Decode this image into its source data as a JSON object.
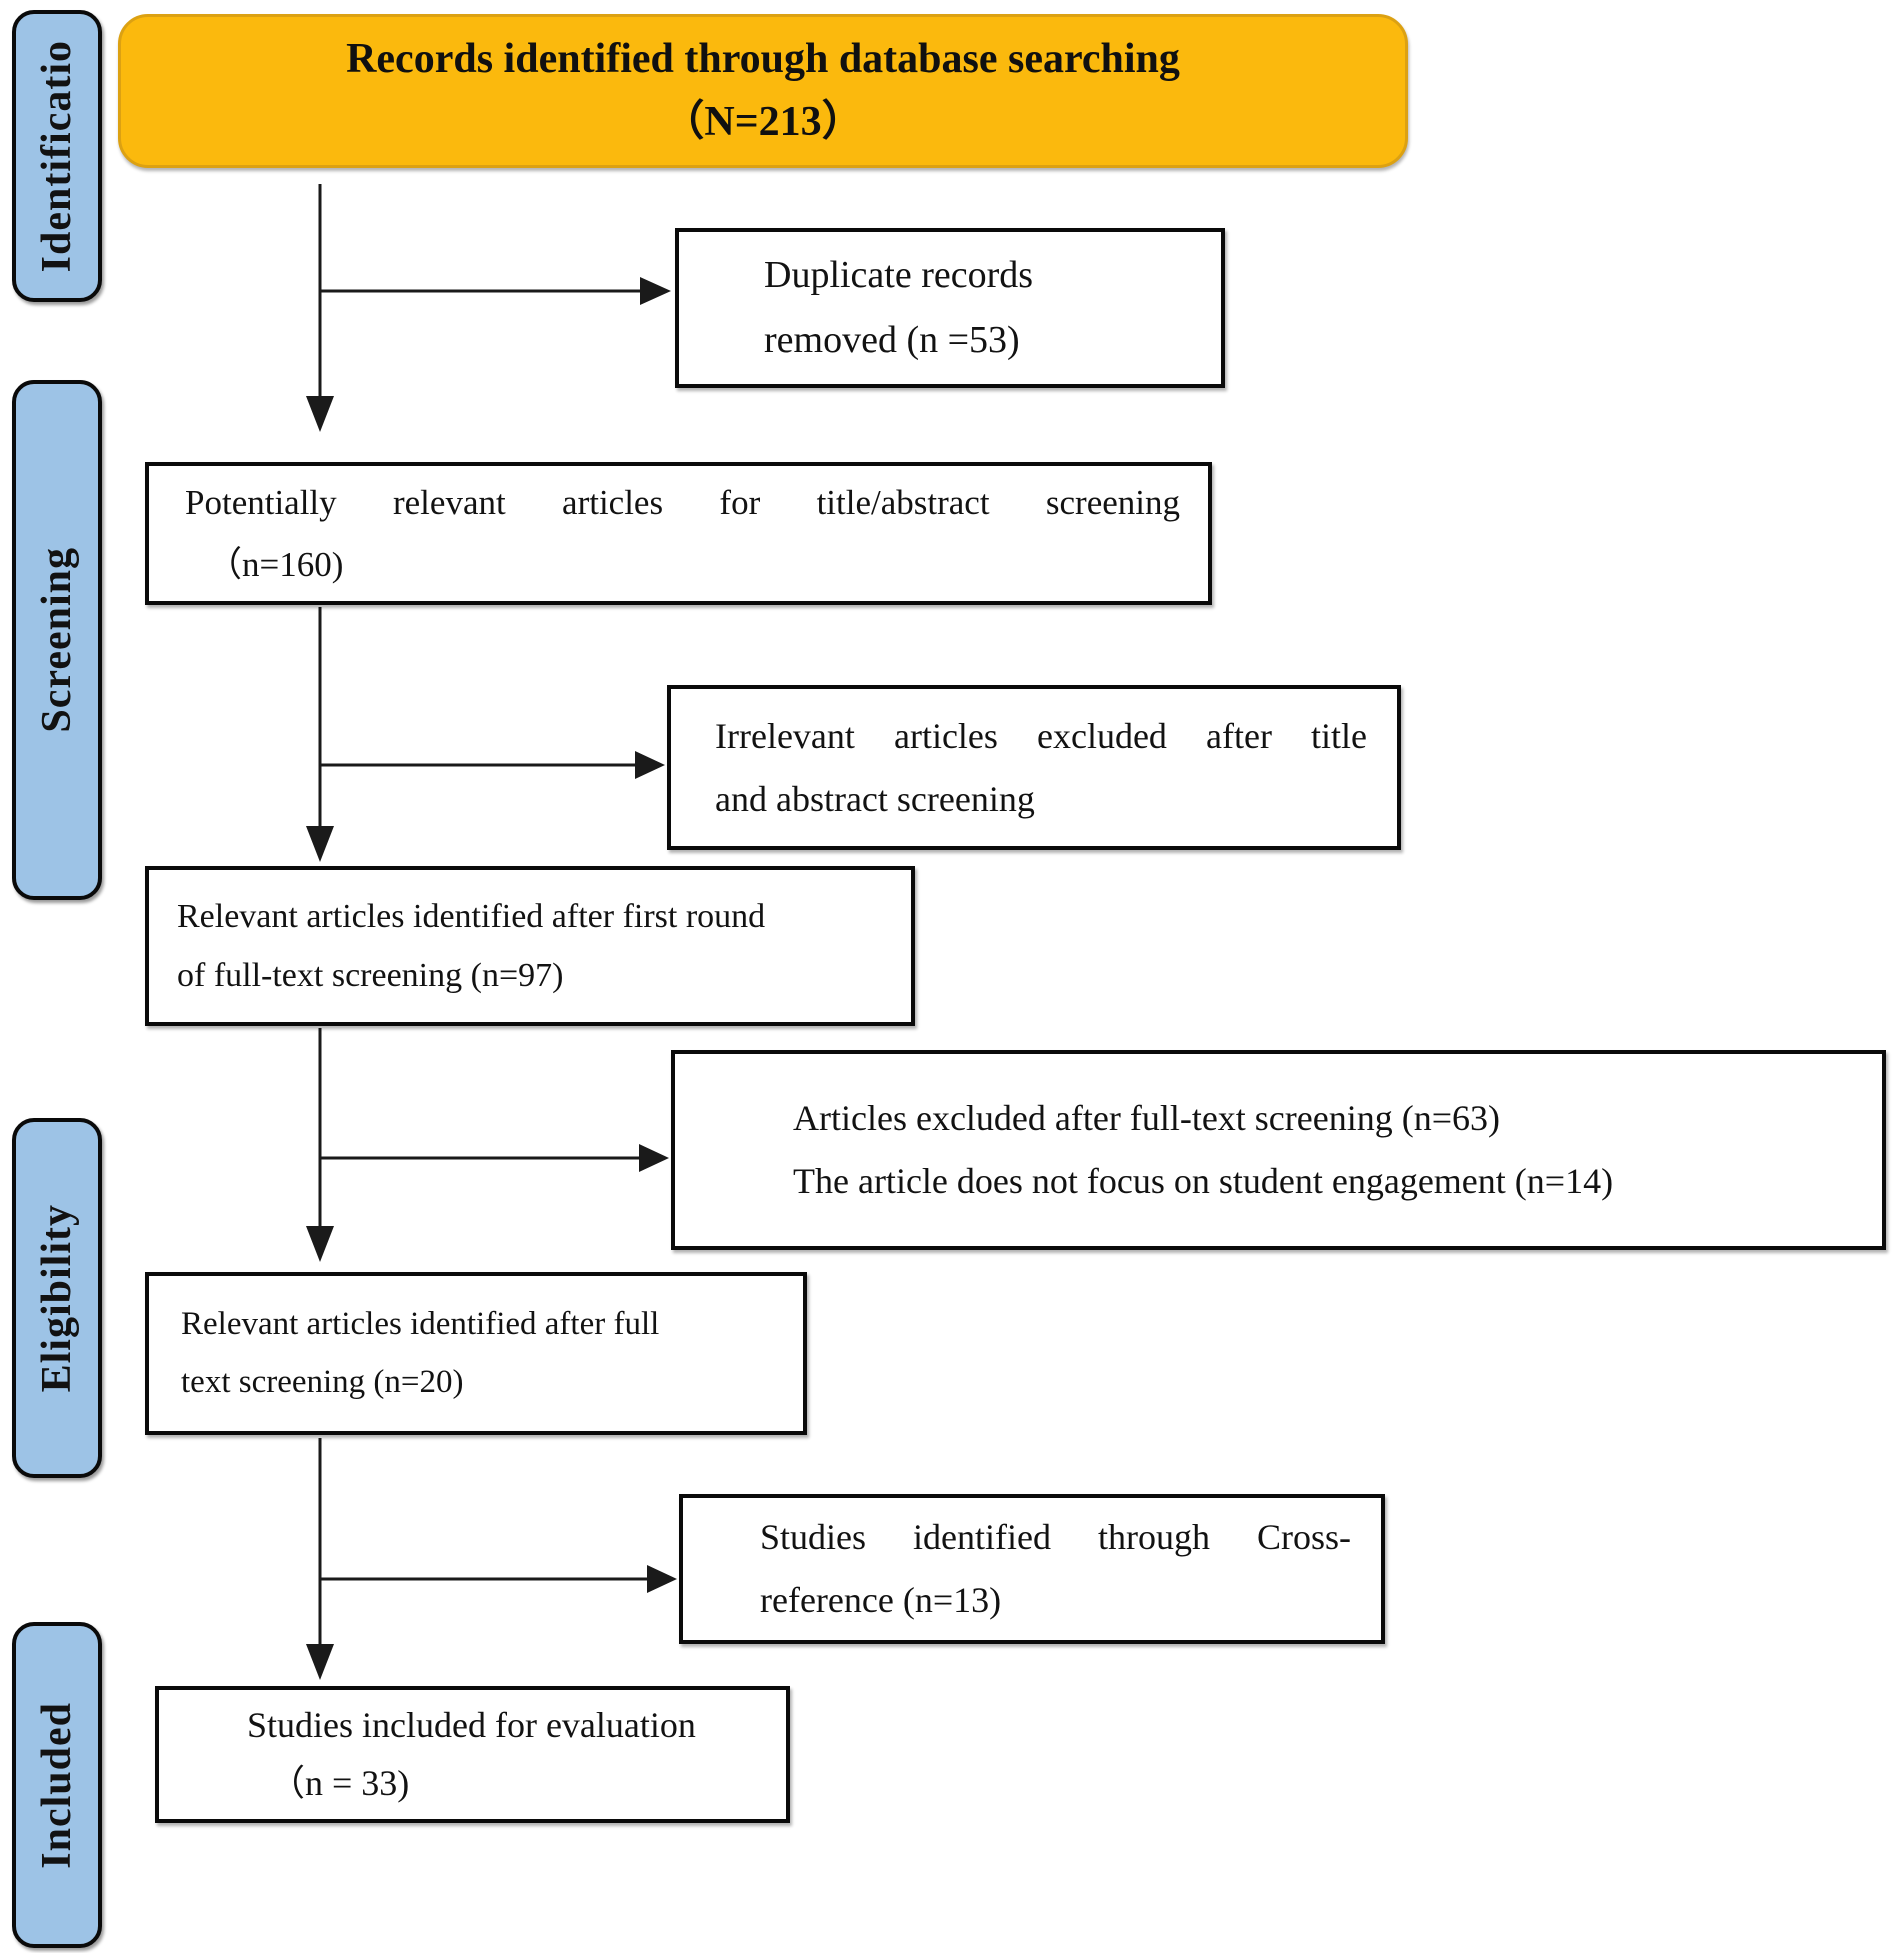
{
  "stages": [
    {
      "label": "Identificatio"
    },
    {
      "label": "Screening"
    },
    {
      "label": "Eligibility"
    },
    {
      "label": "Included"
    }
  ],
  "boxes": {
    "source": {
      "lines": [
        "Records identified through database searching",
        "（N=213）"
      ]
    },
    "duplicates": {
      "lines": [
        "Duplicate records",
        "removed (n =53)"
      ]
    },
    "title_abstract_pool": {
      "lines": [
        "Potentially relevant articles for title/abstract screening",
        "（n=160)"
      ]
    },
    "irrelevant_excluded": {
      "lines": [
        "Irrelevant articles excluded after title",
        "and abstract screening"
      ]
    },
    "first_round": {
      "lines": [
        "Relevant articles identified after first round",
        "of full-text screening (n=97)"
      ]
    },
    "fulltext_excluded": {
      "lines": [
        "Articles excluded after full-text screening (n=63)",
        "The article does not focus on student engagement (n=14)"
      ]
    },
    "fulltext_included": {
      "lines": [
        "Relevant articles identified after full",
        "text screening (n=20)"
      ]
    },
    "cross_reference": {
      "lines": [
        "Studies identified through Cross-",
        "reference (n=13)"
      ]
    },
    "final_included": {
      "lines": [
        "Studies included for evaluation",
        "（n = 33)"
      ]
    }
  },
  "colors": {
    "source_fill": "#FBB90D",
    "source_border": "#DCA112",
    "stage_fill": "#9DC3E6",
    "stage_border": "#0A0A0A",
    "box_border": "#0A0A0A",
    "arrow": "#1A1A1A",
    "text": "#121212"
  }
}
